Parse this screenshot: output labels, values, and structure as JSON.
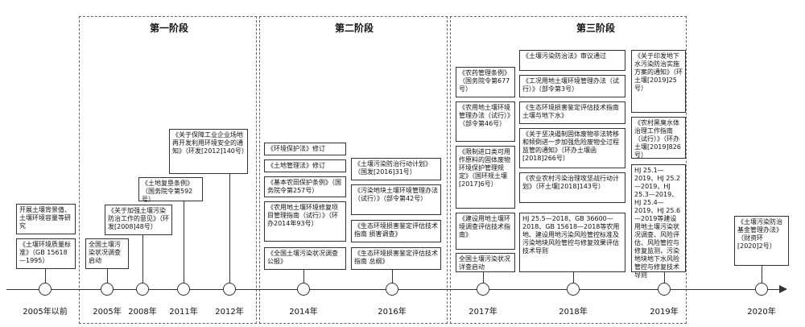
{
  "stages": [
    {
      "title": "第一阶段"
    },
    {
      "title": "第二阶段"
    },
    {
      "title": "第三阶段"
    }
  ],
  "years": [
    "2005年以前",
    "2005年",
    "2008年",
    "2011年",
    "2012年",
    "2014年",
    "2016年",
    "2017年",
    "2018年",
    "2019年",
    "2020年"
  ],
  "boxes": {
    "pre_a": "开展土壤背景值、土壤环境容量等研究",
    "pre_b": "《土壤环境质量标准》（GB 15618—1995）",
    "y2005": "全国土壤污染状况调查启动",
    "y2008": "《关于加强土壤污染防治工作的意见》（环发[2008]48号）",
    "y2011": "《土地复垦条例》（国务院令第592号）",
    "y2012": "《关于保障工业企业场地再开发利用环境安全的通知》（环发[2012]140号）",
    "y2014_a": "《环境保护法》修订",
    "y2014_b": "《土地管理法》修订",
    "y2014_c": "《基本农田保护条例》（国务院令第257号）",
    "y2014_d": "《农用地土壤环境修复项目管理指南（试行）》（环办2014年93号）",
    "y2014_e": "《全国土壤污染状况调查公报》",
    "y2016_a": "《土壤污染防治行动计划》（国发[2016]31号）",
    "y2016_b": "《污染地块土壤环境管理办法（试行）》（部令第42号）",
    "y2016_c": "《生态环境损害鉴定评估技术指南 损害调查》",
    "y2016_d": "《生态环境损害鉴定评估技术指南 总纲》",
    "y2017_a": "《农药管理条例》（国务院令第677号）",
    "y2017_b": "《农用地土壤环境管理办法（试行）》（部令第46号）",
    "y2017_c": "《限制进口类可用作原料的固体废物环境保护管理规定》（国环规土壤[2017]6号）",
    "y2017_d": "《建设用地土壤环境调查评估技术指南》",
    "y2017_e": "全国土壤污染状况详查启动",
    "y2018_a": "《土壤污染防治法》审议通过",
    "y2018_b": "《工况用地土壤环境管理办法（试行）》（部令第3号）",
    "y2018_c": "《生态环境损害鉴定评估技术指南 土壤与地下水》",
    "y2018_d": "《关于坚决遏制固体废物非法转移和倾倒进一步加强危险废物全过程监管的通知》（环办土壤函[2018]266号）",
    "y2018_e": "《农业农村污染治理攻坚战行动计划》（环土壤[2018]143号）",
    "y2018_f": "HJ 25.5—2018、GB 36600—2018、GB 15618—2018等农用地、建设用地污染风险管控标准及污染地块风险管控与修复效果评估技术导则",
    "y2019_a": "《关于印发地下水污染防治实施方案的通知》（环土壤[2019]25号）",
    "y2019_b": "《农村黑臭水体治理工作指南（试行）》（环办土壤[2019]826号）",
    "y2019_c": "HJ 25.1—2019、HJ 25.2—2019、HJ 25.3—2019、HJ 25.4—2019、HJ 25.6—2019等建设用地土壤污染状况调查、风险评估、风险管控与修复监测，污染地块地下水风险管控与修复技术导则",
    "y2020": "《土壤污染防治基金管理办法》（财资环[2020]2号）"
  }
}
